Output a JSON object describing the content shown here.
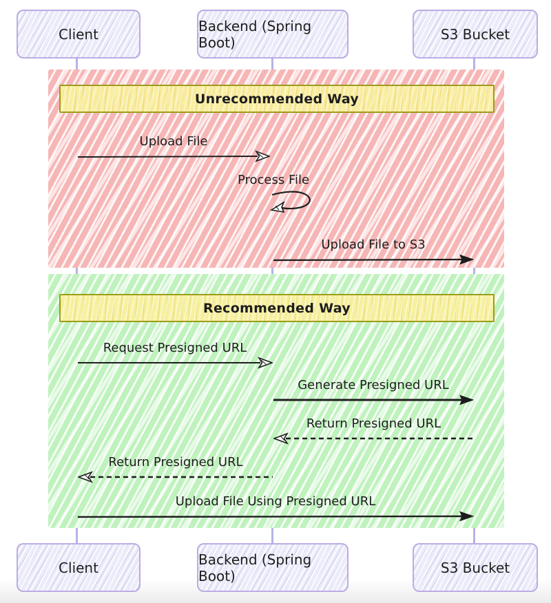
{
  "diagram_type": "sequence-diagram",
  "actors": {
    "client": {
      "label": "Client"
    },
    "backend": {
      "label": "Backend (Spring Boot)"
    },
    "s3": {
      "label": "S3 Bucket"
    }
  },
  "sections": {
    "unrecommended": {
      "label": "Unrecommended Way",
      "background": "#f6b6b6"
    },
    "recommended": {
      "label": "Recommended Way",
      "background": "#bff2bd"
    }
  },
  "messages": {
    "upload_file": {
      "label": "Upload File",
      "from": "Client",
      "to": "Backend (Spring Boot)",
      "line": "solid",
      "arrowhead": "open"
    },
    "process_file": {
      "label": "Process File",
      "from": "Backend (Spring Boot)",
      "to": "Backend (Spring Boot)",
      "line": "solid",
      "arrowhead": "self-loop"
    },
    "upload_to_s3": {
      "label": "Upload File to S3",
      "from": "Backend (Spring Boot)",
      "to": "S3 Bucket",
      "line": "solid",
      "arrowhead": "filled"
    },
    "request_url": {
      "label": "Request Presigned URL",
      "from": "Client",
      "to": "Backend (Spring Boot)",
      "line": "solid",
      "arrowhead": "open"
    },
    "generate_url": {
      "label": "Generate Presigned URL",
      "from": "Backend (Spring Boot)",
      "to": "S3 Bucket",
      "line": "solid",
      "arrowhead": "filled"
    },
    "return_url_backend": {
      "label": "Return Presigned URL",
      "from": "S3 Bucket",
      "to": "Backend (Spring Boot)",
      "line": "dashed",
      "arrowhead": "open"
    },
    "return_url_client": {
      "label": "Return Presigned URL",
      "from": "Backend (Spring Boot)",
      "to": "Client",
      "line": "dashed",
      "arrowhead": "open"
    },
    "upload_with_url": {
      "label": "Upload File Using Presigned URL",
      "from": "Client",
      "to": "S3 Bucket",
      "line": "solid",
      "arrowhead": "filled"
    }
  },
  "colors": {
    "section_unrecommended": "#f6b6b6",
    "section_recommended": "#bff2bd",
    "banner_fill": "#faf099",
    "banner_border": "#9c9c1a",
    "actor_fill": "#ebebfa",
    "actor_border": "#bcabe4",
    "lifeline": "#b5b3e8",
    "text": "#1d1d1d"
  }
}
